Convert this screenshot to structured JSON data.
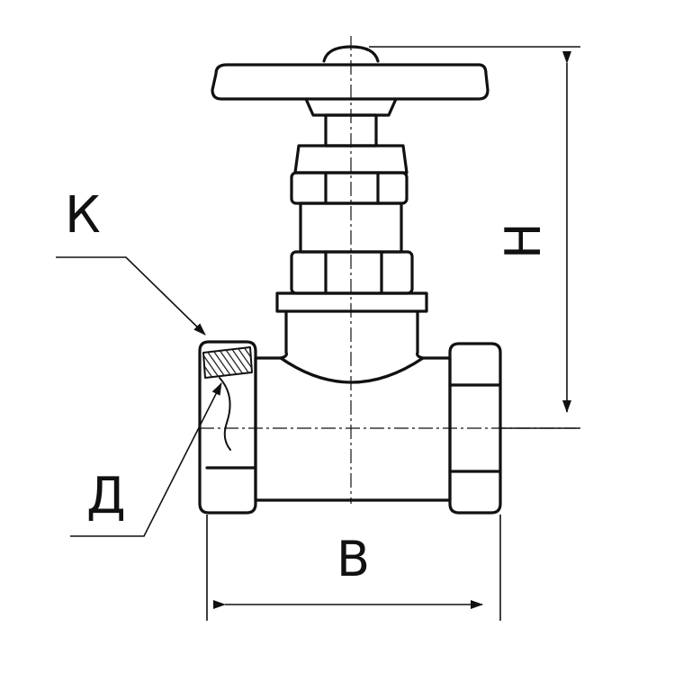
{
  "labels": {
    "k": "К",
    "d": "Д",
    "b": "B",
    "h": "H"
  },
  "colors": {
    "stroke": "#111111",
    "background": "#ffffff"
  }
}
